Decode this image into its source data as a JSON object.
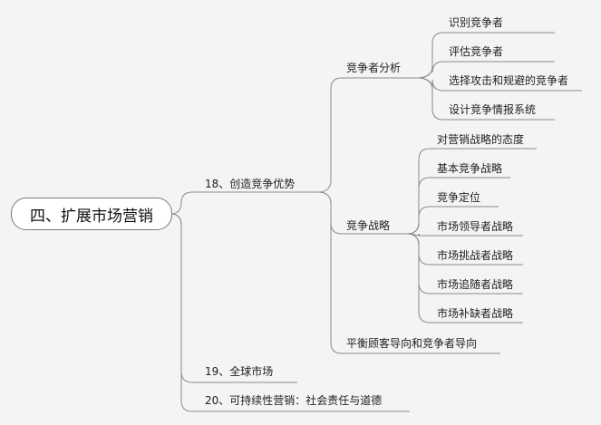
{
  "root": {
    "label": "四、扩展市场营销"
  },
  "l1": [
    {
      "label": "18、创造竞争优势"
    },
    {
      "label": "19、全球市场"
    },
    {
      "label": "20、可持续性营销：社会责任与道德"
    }
  ],
  "l2": [
    {
      "label": "竞争者分析"
    },
    {
      "label": "竞争战略"
    },
    {
      "label": "平衡顾客导向和竞争者导向"
    }
  ],
  "analysis": [
    {
      "label": "识别竞争者"
    },
    {
      "label": "评估竞争者"
    },
    {
      "label": "选择攻击和规避的竞争者"
    },
    {
      "label": "设计竞争情报系统"
    }
  ],
  "strategy": [
    {
      "label": "对营销战略的态度"
    },
    {
      "label": "基本竞争战略"
    },
    {
      "label": "竞争定位"
    },
    {
      "label": "市场领导者战略"
    },
    {
      "label": "市场挑战者战略"
    },
    {
      "label": "市场追随者战略"
    },
    {
      "label": "市场补缺者战略"
    }
  ],
  "style": {
    "line_color": "#8a8a8a",
    "background": "#f4f4f4"
  }
}
